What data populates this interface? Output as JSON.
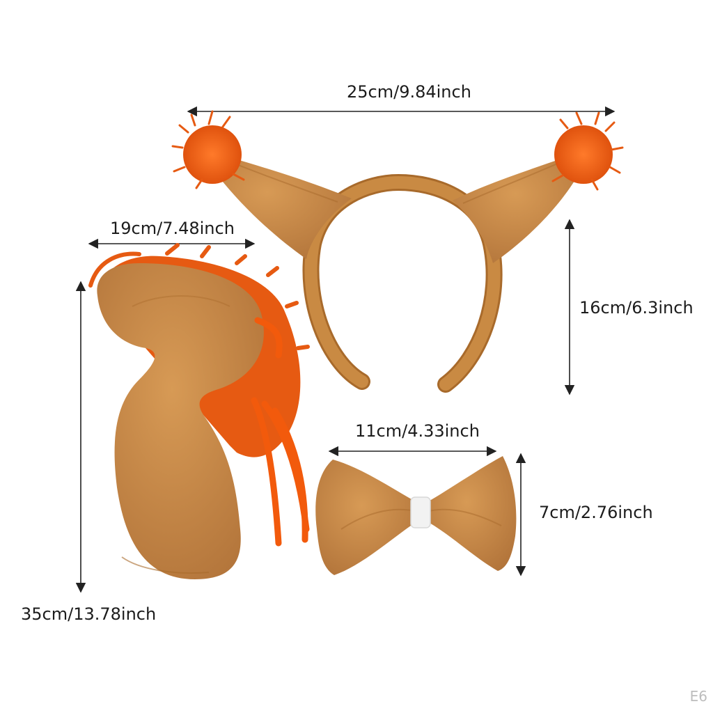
{
  "dimensions": {
    "headband_width": "25cm/9.84inch",
    "headband_height": "16cm/6.3inch",
    "tail_width": "19cm/7.48inch",
    "tail_height": "35cm/13.78inch",
    "bowtie_width": "11cm/4.33inch",
    "bowtie_height": "7cm/2.76inch"
  },
  "watermark": "E6",
  "colors": {
    "plush": "#c98a43",
    "plush_shadow": "#a86a2b",
    "fur": "#e65a12",
    "ribbon": "#f25a0c",
    "knot": "#f2f2f2",
    "arrow": "#222222"
  }
}
